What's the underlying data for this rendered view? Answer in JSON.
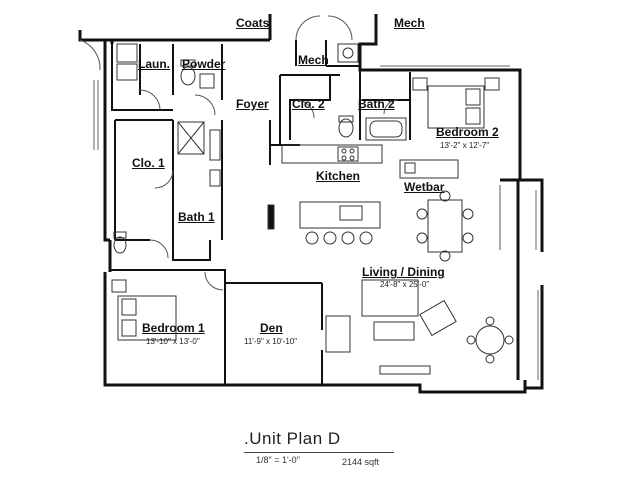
{
  "rooms": {
    "coats": "Coats",
    "mech_top": "Mech",
    "mech_inner": "Mech",
    "laundry": "Laun.",
    "powder": "Powder",
    "foyer": "Foyer",
    "closet_2": "Clo. 2",
    "bath_2": "Bath 2",
    "bedroom_2": "Bedroom 2",
    "closet_1": "Clo. 1",
    "kitchen": "Kitchen",
    "wetbar": "Wetbar",
    "bath_1": "Bath 1",
    "living_dining": "Living / Dining",
    "bedroom_1": "Bedroom 1",
    "den": "Den"
  },
  "dimensions": {
    "bedroom_2": "13'-2\" x 12'-7\"",
    "living_dining": "24'-8\" x 25'-0\"",
    "bedroom_1": "13'-10\" x 13'-0\"",
    "den": "11'-9\" x 10'-10\""
  },
  "footer": {
    "title": ".Unit Plan D",
    "scale": "1/8\" = 1'-0\"",
    "area": "2144 sqft"
  }
}
